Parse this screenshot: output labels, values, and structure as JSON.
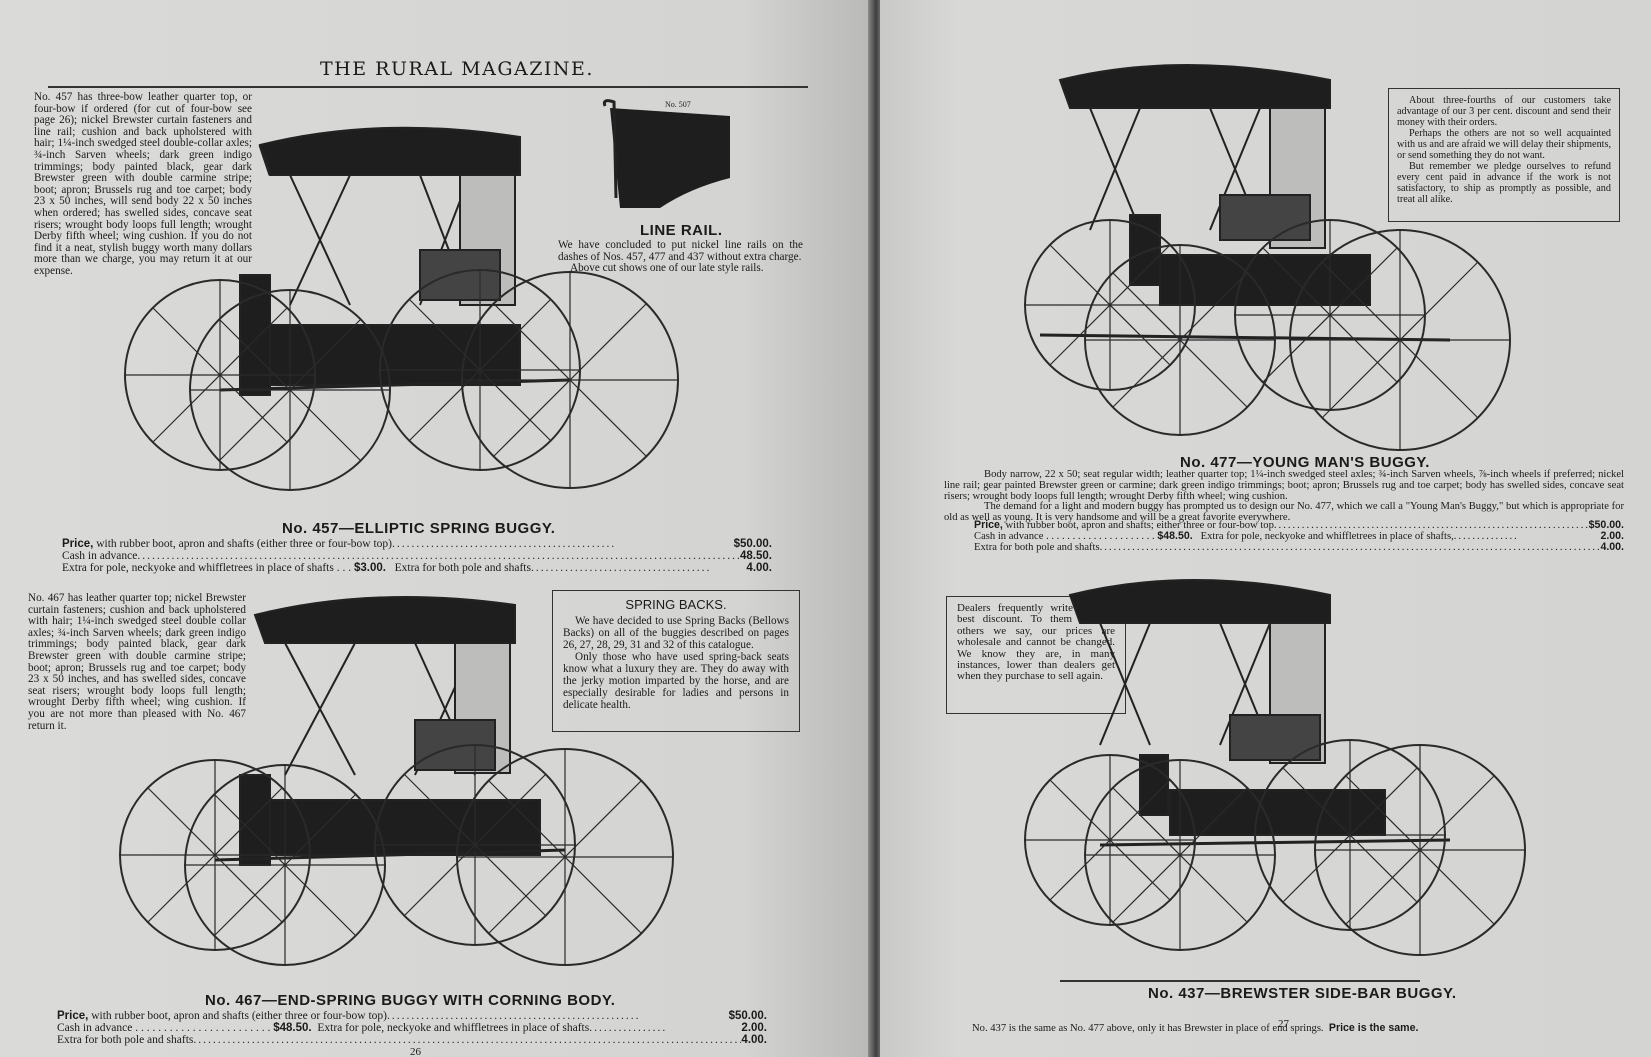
{
  "left_page": {
    "header_title": "THE RURAL MAGAZINE.",
    "item_457": {
      "description": "No. 457 has three-bow leather quarter top, or four-bow if ordered (for cut of four-bow see page 26); nickel Brewster curtain fasteners and line rail; cushion and back upholstered with hair; 1¼-inch swedged steel double-collar axles; ¾-inch Sarven wheels; dark green indigo trimmings; body painted black, gear dark Brewster green with double carmine stripe; boot; apron; Brussels rug and toe carpet; body 23 x 50 inches, will send body 22 x 50 inches when ordered; has swelled sides, concave seat risers; wrought body loops full length; wrought Derby fifth wheel; wing cushion. If you do not find it a neat, stylish buggy worth many dollars more than we charge, you may return it at our expense.",
      "caption": "No. 457—ELLIPTIC SPRING BUGGY.",
      "price_label": "Price,",
      "price_text": "with rubber boot, apron and shafts (either three or four-bow top)",
      "price_value": "$50.00.",
      "cash_text": "Cash in advance",
      "cash_value": "48.50.",
      "extra_pole_text": "Extra for pole, neckyoke and whiffletrees in place of shafts",
      "extra_pole_value": "$3.00.",
      "extra_both_text": "Extra for both pole and shafts",
      "extra_both_value": "4.00."
    },
    "line_rail": {
      "small_label": "No. 507",
      "title": "LINE RAIL.",
      "text1": "We have concluded to put nickel line rails on the dashes of Nos. 457, 477 and 437 without extra charge.",
      "text2": "Above cut shows one of our late style rails."
    },
    "item_467": {
      "description": "No. 467 has leather quarter top; nickel Brewster curtain fasteners; cushion and back upholstered with hair; 1¼-inch swedged steel double collar axles; ¾-inch Sarven wheels; dark green indigo trimmings; body painted black, gear dark Brewster green with double carmine stripe; boot; apron; Brussels rug and toe carpet; body 23 x 50 inches, and has swelled sides, concave seat risers; wrought body loops full length; wrought Derby fifth wheel; wing cushion. If you are not more than pleased with No. 467 return it.",
      "caption": "No. 467—END-SPRING BUGGY WITH CORNING BODY.",
      "price_label": "Price,",
      "price_text": "with rubber boot, apron and shafts (either three or four-bow top)",
      "price_value": "$50.00.",
      "cash_text": "Cash in advance",
      "cash_value": "$48.50.",
      "extra_pole_text": "Extra for pole, neckyoke and whiffletrees in place of shafts",
      "extra_pole_value": "2.00.",
      "extra_both_text": "Extra for both pole and shafts",
      "extra_both_value": "4.00."
    },
    "spring_backs": {
      "title": "SPRING BACKS.",
      "text1": "We have decided to use Spring Backs (Bellows Backs) on all of the buggies described on pages 26, 27, 28, 29, 31 and 32 of this catalogue.",
      "text2": "Only those who have used spring-back seats know what a luxury they are. They do away with the jerky motion imparted by the horse, and are especially desirable for ladies and persons in delicate health."
    },
    "page_number": "26"
  },
  "right_page": {
    "customers_box": {
      "text1": "About three-fourths of our customers take advantage of our 3 per cent. discount and send their money with their orders.",
      "text2": "Perhaps the others are not so well acquainted with us and are afraid we will delay their shipments, or send something they do not want.",
      "text3": "But remember we pledge ourselves to refund every cent paid in advance if the work is not satisfactory, to ship as promptly as possible, and treat all alike."
    },
    "item_477": {
      "caption": "No. 477—YOUNG MAN'S BUGGY.",
      "description": "Body narrow, 22 x 50; seat regular width; leather quarter top; 1¼-inch swedged steel axles; ¾-inch Sarven wheels, ⅞-inch wheels if preferred; nickel line rail; gear painted Brewster green or carmine; dark green indigo trimmings; boot; apron; Brussels rug and toe carpet; body has swelled sides, concave seat risers; wrought body loops full length; wrought Derby fifth wheel; wing cushion.",
      "text2": "The demand for a light and modern buggy has prompted us to design our No. 477, which we call a \"Young Man's Buggy,\" but which is appropriate for old as well as young. It is very handsome and will be a great favorite everywhere.",
      "price_label": "Price,",
      "price_text": "with rubber boot, apron and shafts; either three or four-bow top",
      "price_value": "$50.00.",
      "cash_text": "Cash in advance",
      "cash_value": "$48.50.",
      "extra_pole_text": "Extra for pole, neckyoke and whiffletrees in place of shafts,",
      "extra_pole_value": "2.00.",
      "extra_both_text": "Extra for both pole and shafts",
      "extra_both_value": "4.00."
    },
    "dealers_box": {
      "text": "Dealers frequently write for our best discount. To them all and others we say, our prices are wholesale and cannot be changed. We know they are, in many instances, lower than dealers get when they purchase to sell again."
    },
    "item_437": {
      "caption": "No. 437—BREWSTER SIDE-BAR BUGGY.",
      "note": "No. 437 is the same as No. 477 above, only it has Brewster in place of end springs.",
      "note_price": "Price is the same."
    },
    "page_number": "27"
  }
}
